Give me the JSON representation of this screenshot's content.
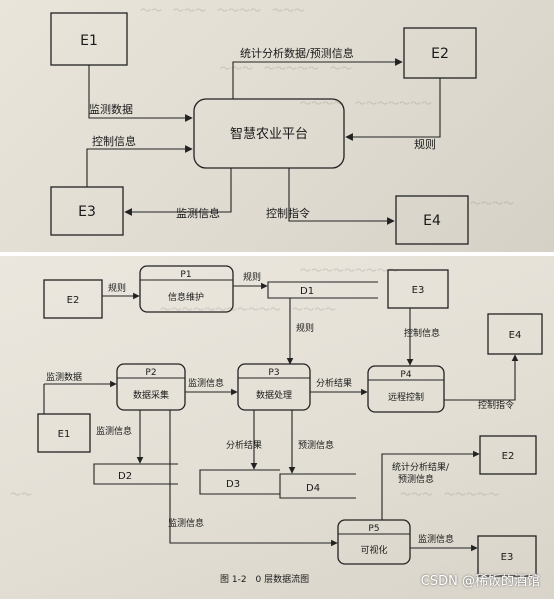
{
  "context_diagram": {
    "external_entities": {
      "e1": "E1",
      "e2": "E2",
      "e3": "E3",
      "e4": "E4"
    },
    "process": "智慧农业平台",
    "flows": {
      "e1_to_platform": "监测数据",
      "platform_to_e2": "统计分析数据/预测信息",
      "e2_to_platform": "规则",
      "e3_to_platform": "控制信息",
      "platform_to_e3": "监测信息",
      "platform_to_e4": "控制指令"
    }
  },
  "level0_diagram": {
    "external_entities": {
      "e1": "E1",
      "e2": "E2",
      "e3": "E3",
      "e4": "E4"
    },
    "processes": {
      "p1": {
        "id": "P1",
        "name": "信息维护"
      },
      "p2": {
        "id": "P2",
        "name": "数据采集"
      },
      "p3": {
        "id": "P3",
        "name": "数据处理"
      },
      "p4": {
        "id": "P4",
        "name": "远程控制"
      },
      "p5": {
        "id": "P5",
        "name": "可视化"
      }
    },
    "data_stores": {
      "d1": "D1",
      "d2": "D2",
      "d3": "D3",
      "d4": "D4"
    },
    "flows": {
      "e2_to_p1": "规则",
      "p1_to_d1": "规则",
      "d1_to_p3": "规则",
      "e1_to_p2": "监测数据",
      "p2_to_p3": "监测信息",
      "p2_to_d2": "监测信息",
      "p3_to_d3": "分析结果",
      "p3_to_d4": "预测信息",
      "p3_to_p4": "分析结果",
      "e3_to_p4": "控制信息",
      "p4_to_e4": "控制指令",
      "p2_to_p5": "监测信息",
      "p5_to_e2": "统计分析结果/\n预测信息",
      "p5_to_e3": "监测信息"
    },
    "caption": "图 1-2　0 层数据流图"
  },
  "watermark": "CSDN @稀饭的酒馆"
}
